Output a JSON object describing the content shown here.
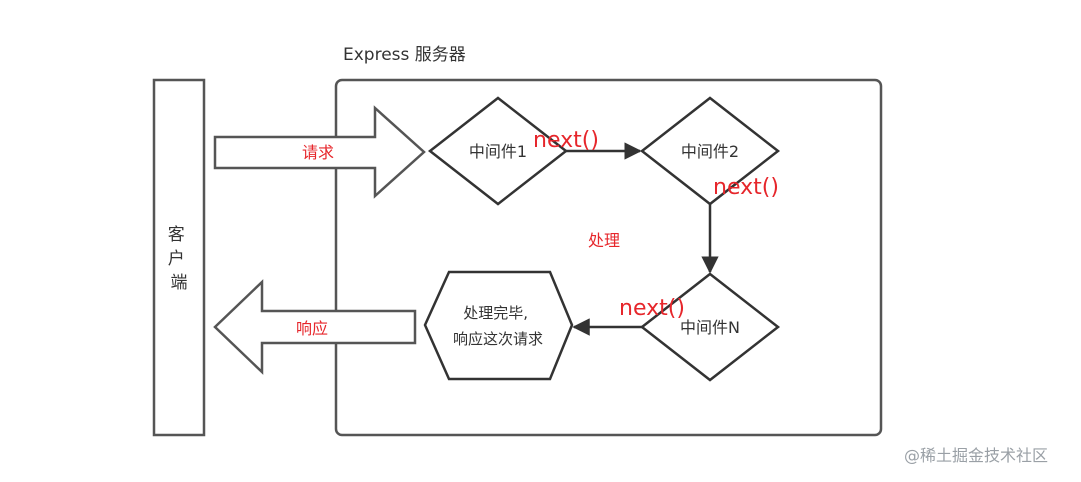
{
  "server_title": "Express 服务器",
  "client_label": "客户端",
  "request_label": "请求",
  "response_label": "响应",
  "middleware": {
    "m1": "中间件1",
    "m2": "中间件2",
    "mn": "中间件N"
  },
  "next_labels": [
    "next()",
    "next()",
    "next()"
  ],
  "processing_label": "处理",
  "done_box": {
    "line1": "处理完毕,",
    "line2": "响应这次请求"
  },
  "watermark": "@稀土掘金技术社区",
  "colors": {
    "stroke": "#333333",
    "accent_text": "#e6262b",
    "watermark": "#9aa0a6"
  }
}
